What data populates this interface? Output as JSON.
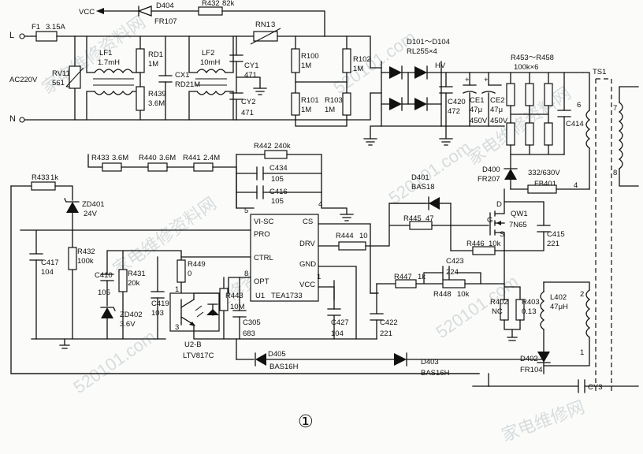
{
  "watermarks": [
    "家电维修资料网",
    "520101.com",
    "家电维修资料网",
    "520101.com",
    "家电维修资料网",
    "520101.com",
    "家电维修资料网",
    "520101.com",
    "家电维修网"
  ],
  "figure_number": "①",
  "input": {
    "l": "L",
    "n": "N",
    "ac": "AC220V"
  },
  "labels": {
    "vcc": "VCC",
    "hv": "HV",
    "d404": "D404",
    "fr107": "FR107",
    "r432top": "R432",
    "r432top_v": "82k",
    "f1": "F1",
    "f1_v": "3.15A",
    "rv11": "RV11",
    "rv11_v": "561",
    "lf1": "LF1",
    "lf1_v": "1.7mH",
    "rd1": "RD1",
    "rd1_v": "1M",
    "r439": "R439",
    "r439_v": "3.6M",
    "cx1": "CX1",
    "cx1_v": "RD21M",
    "lf2": "LF2",
    "lf2_v": "10mH",
    "rn1": "RN1",
    "rn1_v": "3",
    "cy1": "CY1",
    "cy1_v": "471",
    "cy2": "CY2",
    "cy2_v": "471",
    "r100": "R100",
    "r100_v": "1M",
    "r101": "R101",
    "r101_v": "1M",
    "r102": "R102",
    "r102_v": "1M",
    "r103": "R103",
    "r103_v": "1M",
    "bridge": "D101～D104",
    "bridge_v": "RL255×4",
    "c420": "C420",
    "c420_v": "472",
    "ce1": "CE1",
    "ce1_v1": "47μ",
    "ce1_v2": "450V",
    "ce2": "CE2",
    "ce2_v1": "47μ",
    "ce2_v2": "450V",
    "r453": "R453～R458",
    "r453_v": "100k×6",
    "ts1": "TS1",
    "c414": "C414",
    "pin6": "6",
    "pin4": "4",
    "pin7": "7",
    "pin8": "8",
    "pin1": "1",
    "pin2": "2",
    "d400": "D400",
    "fr207": "FR207",
    "fb401_v": "332/630V",
    "fb401": "FB401",
    "r442": "R442",
    "r442_v": "240k",
    "c434": "C434",
    "c434_v": "105",
    "c416": "C416",
    "c416_v": "105",
    "r433top": "R433",
    "r433top_v": "3.6M",
    "r440": "R440",
    "r440_v": "3.6M",
    "r441": "R441",
    "r441_v": "2.4M",
    "r433": "R433",
    "r433_v": "1k",
    "zd401": "ZD401",
    "zd401_v": "24V",
    "d401": "D401",
    "d401_v": "BAS18",
    "r445": "R445",
    "r445_v": "47",
    "qw1": "QW1",
    "qw1_v": "7N65",
    "g": "G",
    "d": "D",
    "s": "S",
    "c415": "C415",
    "c415_v": "221",
    "r446": "R446",
    "r446_v": "10k",
    "r444": "R444",
    "r444_v": "10",
    "c423": "C423",
    "c423_v": "224",
    "r447": "R447",
    "r447_v": "1k",
    "r448": "R448",
    "r448_v": "10k",
    "r402": "R402",
    "r402_v": "NC",
    "r403": "R403",
    "r403_v": "0.13",
    "l402": "L402",
    "l402_v": "47μH",
    "d402": "D402",
    "d402_v": "FR104",
    "cy3": "CY3",
    "c417": "C417",
    "c417_v": "104",
    "r432": "R432",
    "r432_v": "100k",
    "c410": "C410",
    "c410_v": "105",
    "r431": "R431",
    "r431_v": "20k",
    "zd402": "ZD402",
    "zd402_v": "3.6V",
    "c419": "C419",
    "c419_v": "103",
    "r449": "R449",
    "r449_v": "0",
    "r443": "R443",
    "r443_v": "10M",
    "c305": "C305",
    "c305_v": "683",
    "u2": "U2-B",
    "u2_v": "LTV817C",
    "c427": "C427",
    "c427_v": "104",
    "c422": "C422",
    "c422_v": "221",
    "d405": "D405",
    "d405_v": "BAS16H",
    "d403": "D403",
    "d403_v": "BAS16H",
    "pin5": "5",
    "pin4b": "4",
    "pin8b": "8",
    "pin1b": "1",
    "opto1": "1",
    "opto3": "3"
  },
  "ic": {
    "name": "U1",
    "part": "TEA1733",
    "pins": {
      "vi": "VI-SC",
      "cs": "CS",
      "pro": "PRO",
      "drv": "DRV",
      "ctrl": "CTRL",
      "gnd": "GND",
      "opt": "OPT",
      "vcc": "VCC"
    }
  }
}
